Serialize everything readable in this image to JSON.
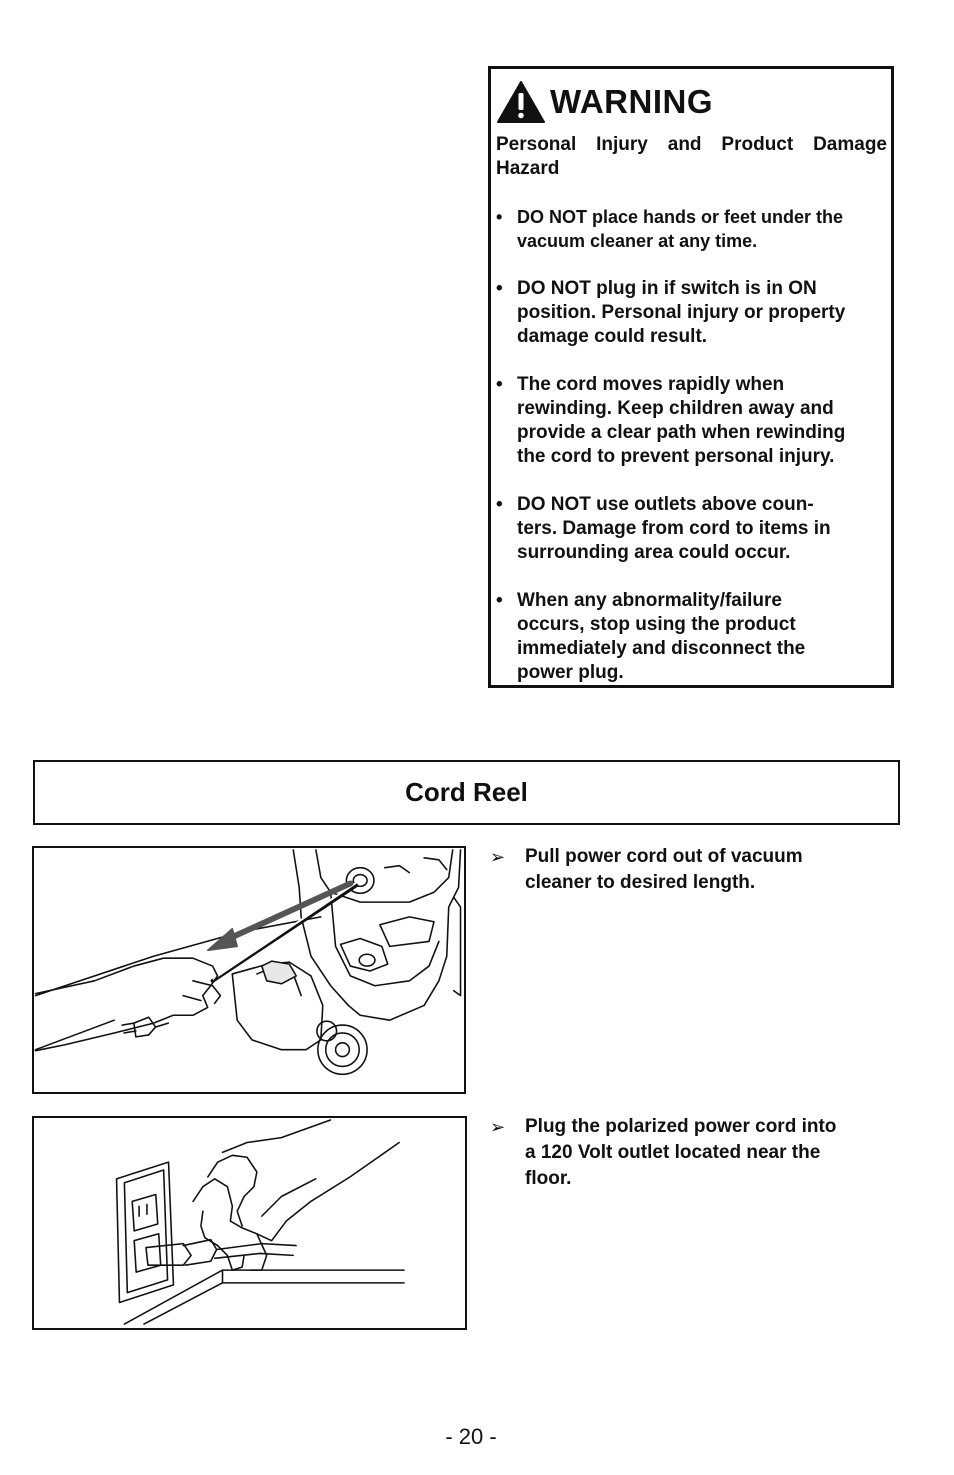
{
  "warning": {
    "icon": "warning-triangle-icon",
    "title": "WARNING",
    "subtitle": "Personal Injury and Product Damage Hazard",
    "items": [
      "DO NOT place hands or feet under the\nvacuum cleaner at any time.",
      "DO NOT plug in if switch is in ON\nposition. Personal injury or property\ndamage could result.",
      "The cord moves rapidly when\nrewinding. Keep children away and\nprovide a clear path when rewinding\nthe cord to prevent personal injury.",
      "DO NOT use outlets above coun-\nters. Damage from cord to items in\nsurrounding area could occur.",
      "When any abnormality/failure\noccurs, stop using the product\nimmediately and disconnect the\npower plug."
    ]
  },
  "section": {
    "title": "Cord Reel"
  },
  "steps": [
    {
      "arrow": "➢",
      "text": "Pull power cord out of vacuum\ncleaner to desired length."
    },
    {
      "arrow": "➢",
      "text": "Plug the polarized power cord into\na 120 Volt outlet located near the\nfloor."
    }
  ],
  "footer": {
    "page_number": "- 20 -"
  }
}
